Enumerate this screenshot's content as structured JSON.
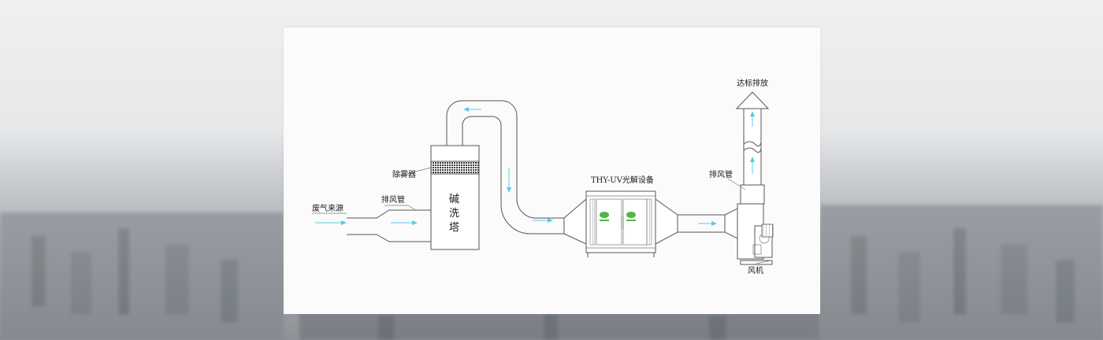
{
  "labels": {
    "waste_gas_source": "废气来源",
    "exhaust_pipe_left": "排风管",
    "demister": "除雾器",
    "tower_line1": "碱",
    "tower_line2": "洗",
    "tower_line3": "塔",
    "uv_equipment": "THY-UV光解设备",
    "exhaust_pipe_right": "排风管",
    "discharge": "达标排放",
    "fan": "风机"
  },
  "colors": {
    "flow_arrow": "#5bc8e8",
    "line": "#555555",
    "logo_green": "#4db848"
  }
}
